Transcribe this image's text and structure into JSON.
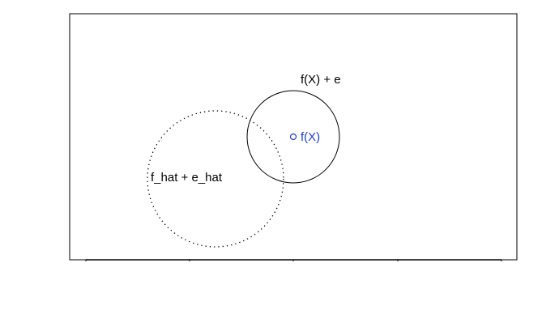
{
  "diagram": {
    "labels": {
      "true_model": "f(X) + e",
      "true_point": "f(X)",
      "estimate": "f_hat + e_hat"
    },
    "colors": {
      "frame": "#000000",
      "true_point": "#1f3fd0",
      "text": "#000000"
    }
  }
}
